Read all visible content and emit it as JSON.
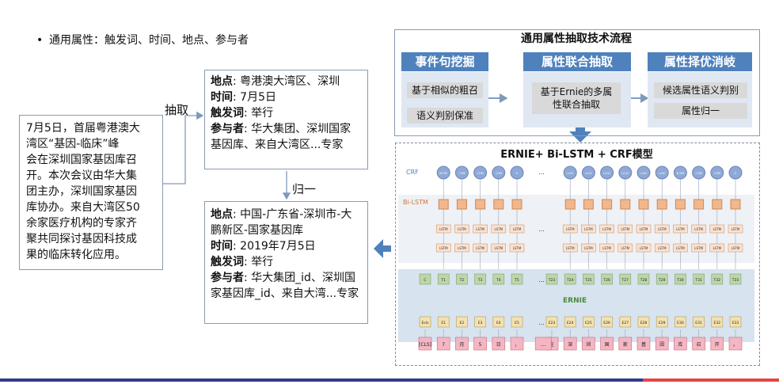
{
  "bullet": {
    "dot": "•",
    "text": "通用属性：触发词、时间、地点、参与者"
  },
  "source_text": [
    "7月5日，首届粤港澳大",
    "湾区“基因-临床”峰",
    "会在深圳国家基因库召",
    "开。本次会议由华大集",
    "团主办，深圳国家基因",
    "库协办。来自大湾区50",
    "余家医疗机构的专家齐",
    "聚共同探讨基因科技成",
    "果的临床转化应用。"
  ],
  "label_extract": "抽取",
  "label_normalize": "归一",
  "result1": {
    "loc_key": "地点",
    "loc_val": ": 粤港澳大湾区、深圳",
    "time_key": "时间",
    "time_val": ": 7月5日",
    "trig_key": "触发词",
    "trig_val": ": 举行",
    "part_key": "参与者",
    "part_val": ": 华大集团、深圳国家基因库、来自大湾区...专家"
  },
  "result2": {
    "loc_key": "地点",
    "loc_val": ": 中国-广东省-深圳市-大鹏新区-国家基因库",
    "time_key": "时间",
    "time_val": ": 2019年7月5日",
    "trig_key": "触发词",
    "trig_val": ": 举行",
    "part_key": "参与者",
    "part_val": ": 华大集团_id、深圳国家基因库_id、来自大湾...专家"
  },
  "flow": {
    "title": "通用属性抽取技术流程",
    "cols": [
      {
        "head": "事件句挖掘",
        "items": [
          "基于相似的粗召",
          "语义判别保准"
        ]
      },
      {
        "head": "属性联合抽取",
        "items": [
          "基于Ernie的多属性联合抽取"
        ]
      },
      {
        "head": "属性择优消岐",
        "items": [
          "候选属性语义判别",
          "属性归一"
        ]
      }
    ]
  },
  "model": {
    "title": "ERNIE+ Bi-LSTM + CRF模型",
    "crf_label": "CRF",
    "bilstm_label": "Bi-LSTM",
    "ernie_label": "ERNIE",
    "crf_left": [
      "B-TIM",
      "I-TIM",
      "I-TIM",
      "I-TIM",
      "O"
    ],
    "crf_right": [
      "I-LOC",
      "I-LOC",
      "I-LOC",
      "I-LOC",
      "I-LOC",
      "I-LOC",
      "B-TIM",
      "I-TIM",
      "I-TIM",
      "O"
    ],
    "lstm_text": "LSTM",
    "t_left": [
      "C",
      "T1",
      "T2",
      "T3",
      "T4",
      "T5"
    ],
    "t_right": [
      "T23",
      "T24",
      "T25",
      "T26",
      "T27",
      "T28",
      "T29",
      "T30",
      "T31",
      "T32",
      "T33"
    ],
    "e_left": [
      "Ecls",
      "E1",
      "E2",
      "E3",
      "E4",
      "E5"
    ],
    "e_right": [
      "E23",
      "E24",
      "E25",
      "E26",
      "E27",
      "E28",
      "E29",
      "E30",
      "E31",
      "E32",
      "E33"
    ],
    "tok_left": [
      "[CLS]",
      "7",
      "月",
      "5",
      "日",
      "，"
    ],
    "tok_right": [
      "在",
      "深",
      "圳",
      "国",
      "家",
      "基",
      "因",
      "库",
      "召",
      "开",
      "。"
    ],
    "ellipsis": "..."
  }
}
